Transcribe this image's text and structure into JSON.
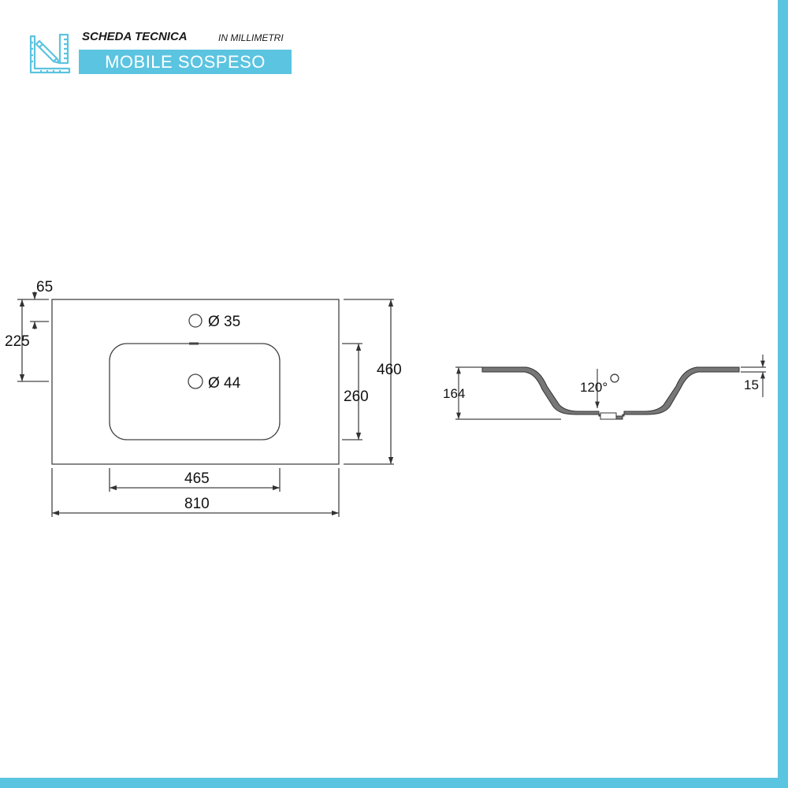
{
  "colors": {
    "accent": "#5bc4e0",
    "line": "#333333",
    "section_fill": "#777777"
  },
  "header": {
    "title": "SCHEDA TECNICA",
    "subtitle": "IN MILLIMETRI",
    "banner": "MOBILE SOSPESO",
    "logo_icon": "ruler-pencil-icon"
  },
  "top_view": {
    "dim_65": "65",
    "dim_225": "225",
    "tap_hole": "Ø 35",
    "drain_hole": "Ø 44",
    "dim_260": "260",
    "dim_460": "460",
    "dim_465": "465",
    "dim_810": "810"
  },
  "side_view": {
    "dim_164": "164",
    "dim_120": "120°",
    "dim_15": "15"
  }
}
